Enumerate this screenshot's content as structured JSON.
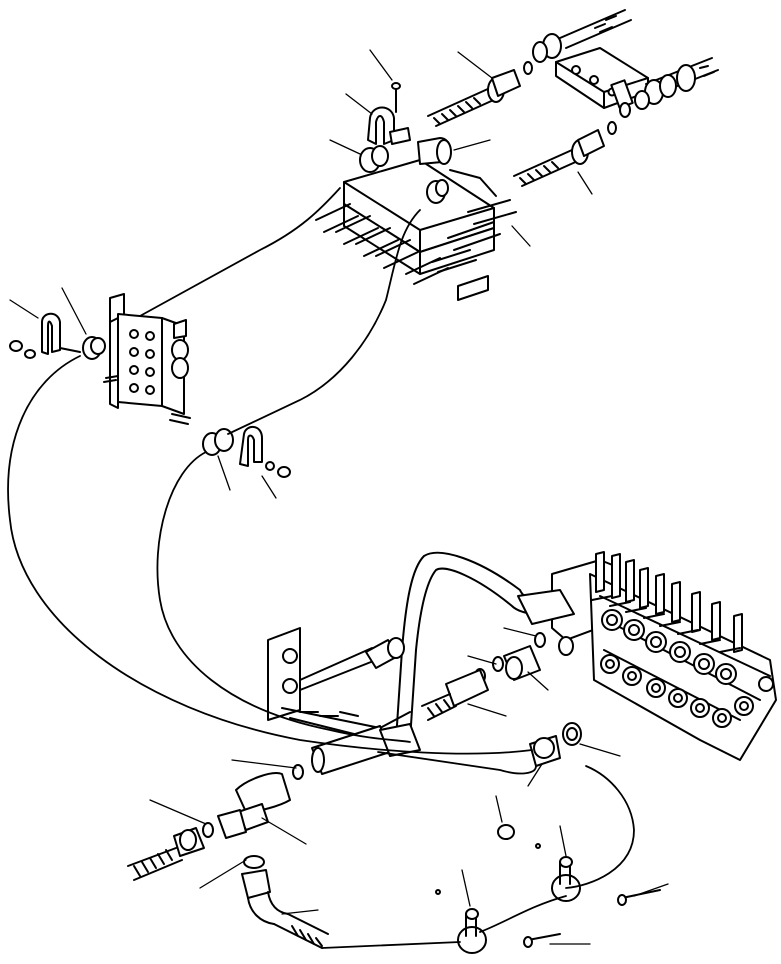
{
  "diagram": {
    "style": "black-and-white isometric line drawing",
    "groups": [
      "upper-flow-divider-block",
      "upper-fittings-and-hoses",
      "left-mounting-bracket",
      "lower-clamp",
      "control-valve-stack",
      "valve-rigid-tube",
      "lower-tee-fitting",
      "lower-hose-elbow",
      "lower-hose-clamps",
      "hose-routing-lines",
      "callout-leader-lines"
    ],
    "colors": {
      "line": "#000000",
      "background": "#ffffff"
    }
  }
}
